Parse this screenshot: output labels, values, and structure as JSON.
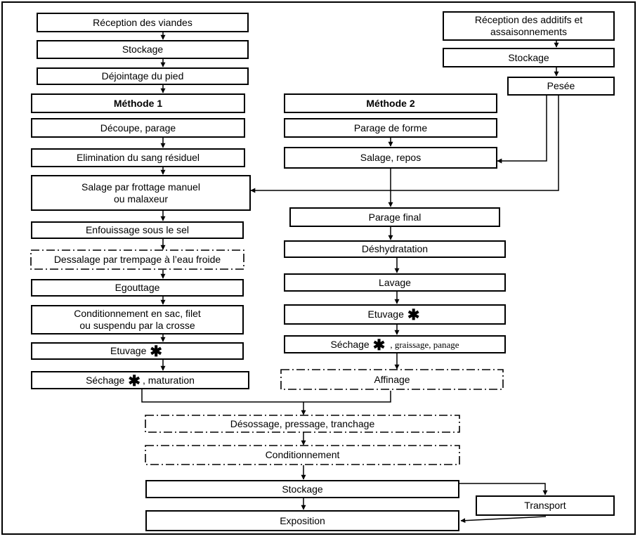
{
  "method1": {
    "reception_viandes": "Réception des viandes",
    "stockage": "Stockage",
    "dejointage": "Déjointage du pied",
    "title": "Méthode 1",
    "decoupe": "Découpe, parage",
    "elimination": "Elimination du sang résiduel",
    "salage_line1": "Salage par frottage manuel",
    "salage_line2": "ou malaxeur",
    "enfouissage": "Enfouissage sous le sel",
    "dessalage": "Dessalage par trempage à l’eau froide",
    "egouttage": "Egouttage",
    "conditionnement_line1": "Conditionnement en sac, filet",
    "conditionnement_line2": "ou suspendu par la crosse",
    "etuvage": "Etuvage",
    "sechage": "Séchage",
    "sechage_suffix": ", maturation"
  },
  "additifs": {
    "reception_line1": "Réception des additifs et",
    "reception_line2": "assaisonnements",
    "stockage": "Stockage",
    "pesee": "Pesée"
  },
  "method2": {
    "title": "Méthode 2",
    "parage_forme": "Parage de forme",
    "salage_repos": "Salage, repos",
    "parage_final": "Parage final",
    "deshydratation": "Déshydratation",
    "lavage": "Lavage",
    "etuvage": "Etuvage",
    "sechage": "Séchage",
    "sechage_suffix": ",  graissage, panage",
    "affinage": "Affinage"
  },
  "common": {
    "desossage": "Désossage, pressage, tranchage",
    "conditionnement": "Conditionnement",
    "stockage": "Stockage",
    "transport": "Transport",
    "exposition": "Exposition"
  },
  "star_symbol": "✱"
}
